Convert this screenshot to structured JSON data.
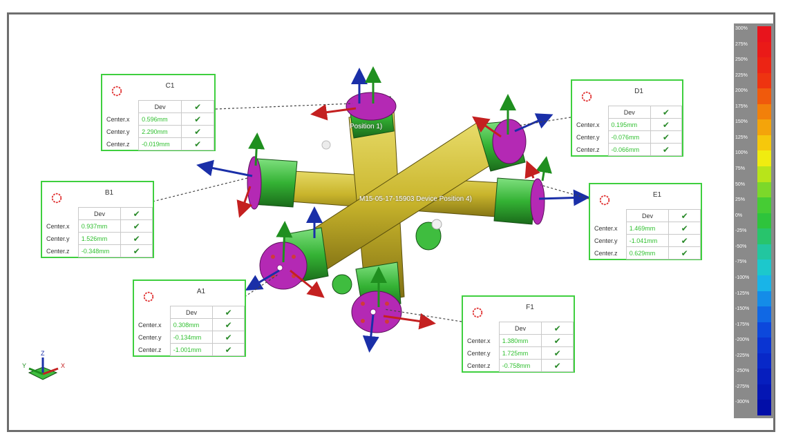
{
  "viewport": {
    "annotations": {
      "position1": "Position 1)",
      "device_position": "M15-05-17-15903 Device Position 4)"
    }
  },
  "features": [
    {
      "id": "C1",
      "header": "Dev",
      "rows": [
        {
          "label": "Center.x",
          "value": "0.596mm"
        },
        {
          "label": "Center.y",
          "value": "2.290mm"
        },
        {
          "label": "Center.z",
          "value": "-0.019mm"
        }
      ]
    },
    {
      "id": "D1",
      "header": "Dev",
      "rows": [
        {
          "label": "Center.x",
          "value": "0.195mm"
        },
        {
          "label": "Center.y",
          "value": "-0.076mm"
        },
        {
          "label": "Center.z",
          "value": "-0.066mm"
        }
      ]
    },
    {
      "id": "B1",
      "header": "Dev",
      "rows": [
        {
          "label": "Center.x",
          "value": "0.937mm"
        },
        {
          "label": "Center.y",
          "value": "1.526mm"
        },
        {
          "label": "Center.z",
          "value": "-0.348mm"
        }
      ]
    },
    {
      "id": "E1",
      "header": "Dev",
      "rows": [
        {
          "label": "Center.x",
          "value": "1.469mm"
        },
        {
          "label": "Center.y",
          "value": "-1.041mm"
        },
        {
          "label": "Center.z",
          "value": "0.629mm"
        }
      ]
    },
    {
      "id": "A1",
      "header": "Dev",
      "rows": [
        {
          "label": "Center.x",
          "value": "0.308mm"
        },
        {
          "label": "Center.y",
          "value": "-0.134mm"
        },
        {
          "label": "Center.z",
          "value": "-1.001mm"
        }
      ]
    },
    {
      "id": "F1",
      "header": "Dev",
      "rows": [
        {
          "label": "Center.x",
          "value": "1.380mm"
        },
        {
          "label": "Center.y",
          "value": "1.725mm"
        },
        {
          "label": "Center.z",
          "value": "-0.758mm"
        }
      ]
    }
  ],
  "triad": {
    "x": "X",
    "y": "Y",
    "z": "Z"
  },
  "colorbar": {
    "labels": [
      "300%",
      "275%",
      "250%",
      "225%",
      "200%",
      "175%",
      "150%",
      "125%",
      "100%",
      "75%",
      "50%",
      "25%",
      "0%",
      "-25%",
      "-50%",
      "-75%",
      "-100%",
      "-125%",
      "-150%",
      "-175%",
      "-200%",
      "-225%",
      "-250%",
      "-275%",
      "-300%"
    ],
    "colors": [
      "#e8141c",
      "#ea1a18",
      "#ec2414",
      "#ee3410",
      "#f05a0c",
      "#f2800a",
      "#f4a40a",
      "#f6c80c",
      "#f0ec10",
      "#b8e41a",
      "#7cd82a",
      "#46cc34",
      "#2ec43c",
      "#28c46c",
      "#22c6a0",
      "#1cc8cc",
      "#18b4e8",
      "#148ce8",
      "#1068e4",
      "#0c48dc",
      "#0a34d2",
      "#0828c8",
      "#061ebe",
      "#0416b4",
      "#020ea8"
    ]
  },
  "colors": {
    "callout_border": "#3ecf3e",
    "value_text": "#2ebf2e",
    "body": "#c8b42a",
    "flange": "#b429b4",
    "hub": "#3fbd3f"
  }
}
